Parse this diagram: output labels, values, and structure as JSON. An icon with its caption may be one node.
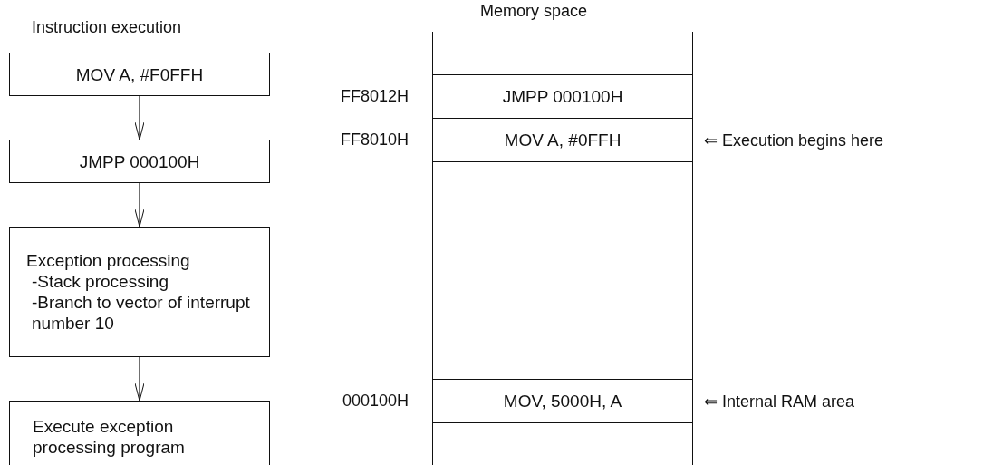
{
  "diagram": {
    "nodes": [
      {
        "text": [
          "MOV A, #F0FFH"
        ]
      },
      {
        "text": [
          "JMPP 000100H"
        ]
      },
      {
        "text": [
          "Exception processing",
          "-Stack processing",
          "-Branch to vector of interrupt number 10"
        ]
      },
      {
        "text": [
          "Execute exception processing program"
        ]
      },
      {
        "text": [],
        "shape": "box"
      },
      {
        "text": [
          "JMPP 000100H"
        ],
        "beside": [
          "FF8012H"
        ]
      },
      {
        "text": [
          "MOV A, #0FFH"
        ],
        "beside": [
          "FF8010H",
          "⇐ Execution begins here"
        ]
      },
      {
        "text": [],
        "shape": "box"
      },
      {
        "text": [
          "MOV, 5000H, A"
        ],
        "beside": [
          "000100H",
          "⇐ Internal RAM area"
        ]
      },
      {
        "text": [],
        "shape": "box"
      }
    ],
    "edges": [
      {
        "from": 0,
        "to": 1,
        "arrow": "to"
      },
      {
        "from": 1,
        "to": 2,
        "arrow": "to"
      },
      {
        "from": 2,
        "to": 3,
        "arrow": "to"
      }
    ],
    "labels": [
      "Instruction execution",
      "Memory space"
    ]
  }
}
